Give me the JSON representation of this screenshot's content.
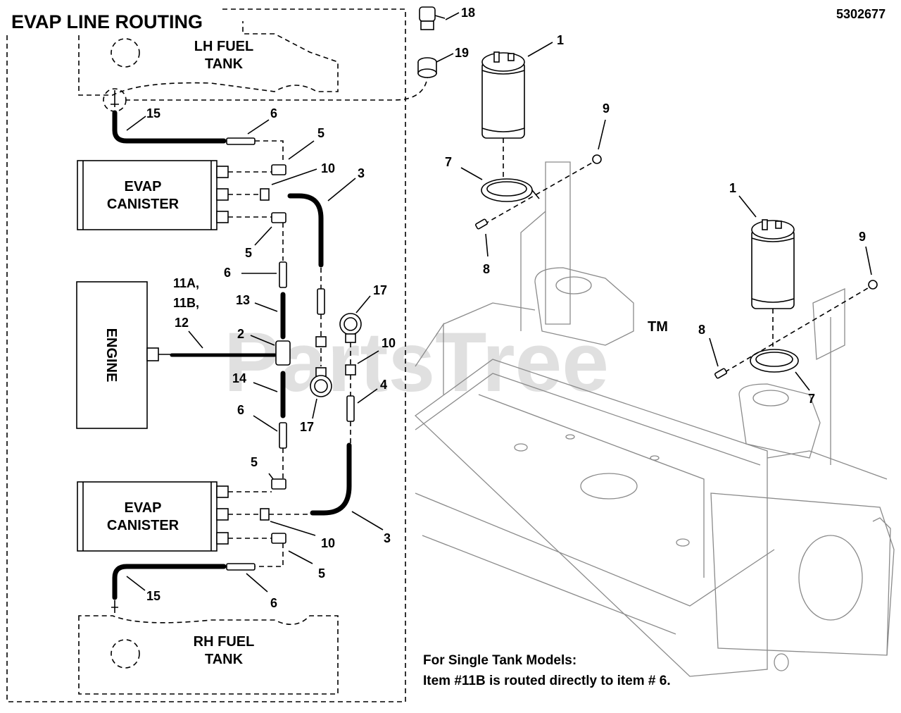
{
  "diagram": {
    "title": "EVAP LINE ROUTING",
    "part_number": "5302677",
    "watermark": "PartsTree",
    "trademark": "TM",
    "boxes": {
      "lh_tank_line1": "LH FUEL",
      "lh_tank_line2": "TANK",
      "rh_tank_line1": "RH FUEL",
      "rh_tank_line2": "TANK",
      "canister_upper_line1": "EVAP",
      "canister_upper_line2": "CANISTER",
      "canister_lower_line1": "EVAP",
      "canister_lower_line2": "CANISTER",
      "engine": "ENGINE"
    },
    "callouts": {
      "c18": "18",
      "c19": "19",
      "c15_top": "15",
      "c6_top": "6",
      "c5_top": "5",
      "c10_top": "10",
      "c3_top": "3",
      "c5_mid": "5",
      "c6_mid": "6",
      "c11a": "11A,",
      "c11b": "11B,",
      "c12": "12",
      "c13": "13",
      "c2": "2",
      "c14": "14",
      "c17_top": "17",
      "c10_mid": "10",
      "c4": "4",
      "c17_bot": "17",
      "c6_low": "6",
      "c5_low": "5",
      "c10_bot": "10",
      "c3_bot": "3",
      "c5_bot": "5",
      "c15_bot": "15",
      "c6_bot": "6",
      "c1_top": "1",
      "c9_top": "9",
      "c7_top": "7",
      "c8_top": "8",
      "c1_right": "1",
      "c9_right": "9",
      "c8_right": "8",
      "c7_right": "7"
    },
    "note_line1": "For Single Tank Models:",
    "note_line2": "Item #11B is routed directly to item # 6."
  },
  "colors": {
    "ink": "#000000",
    "frame": "#8a8a8a",
    "watermark": "#c8c8c8"
  }
}
